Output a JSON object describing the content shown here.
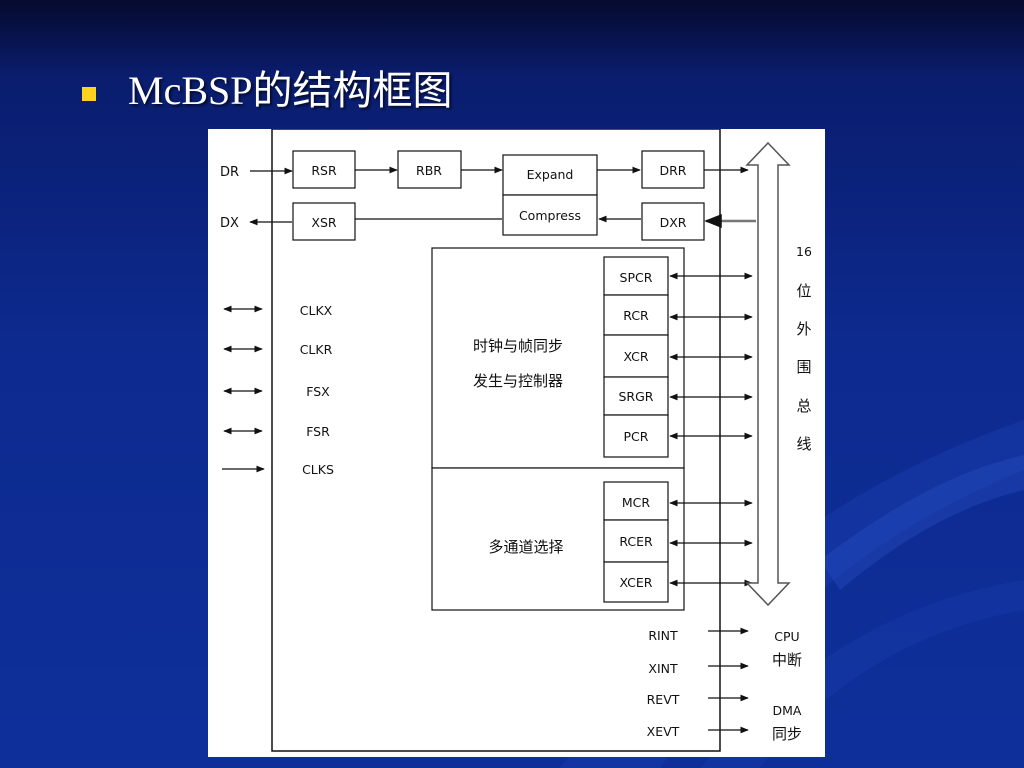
{
  "slide": {
    "title": "McBSP的结构框图",
    "bullet_color": "#ffd21e"
  },
  "diagram": {
    "pins_left": {
      "dr": "DR",
      "dx": "DX"
    },
    "serial_blocks": {
      "rsr": "RSR",
      "rbr": "RBR",
      "xsr": "XSR",
      "expand": "Expand",
      "compress": "Compress",
      "drr": "DRR",
      "dxr": "DXR"
    },
    "signals": {
      "clkx": "CLKX",
      "clkr": "CLKR",
      "fsx": "FSX",
      "fsr": "FSR",
      "clks": "CLKS"
    },
    "clock_block": {
      "line1": "时钟与帧同步",
      "line2": "发生与控制器"
    },
    "clock_regs": [
      "SPCR",
      "RCR",
      "XCR",
      "SRGR",
      "PCR"
    ],
    "multichannel_block": {
      "label": "多通道选择"
    },
    "multichannel_regs": [
      "MCR",
      "RCER",
      "XCER"
    ],
    "bus_label": [
      "16",
      "位",
      "外",
      "围",
      "总",
      "线"
    ],
    "interrupt_signals": {
      "rint": "RINT",
      "xint": "XINT",
      "revt": "REVT",
      "xevt": "XEVT"
    },
    "outputs": {
      "cpu_line1": "CPU",
      "cpu_line2": "中断",
      "dma_line1": "DMA",
      "dma_line2": "同步"
    }
  }
}
